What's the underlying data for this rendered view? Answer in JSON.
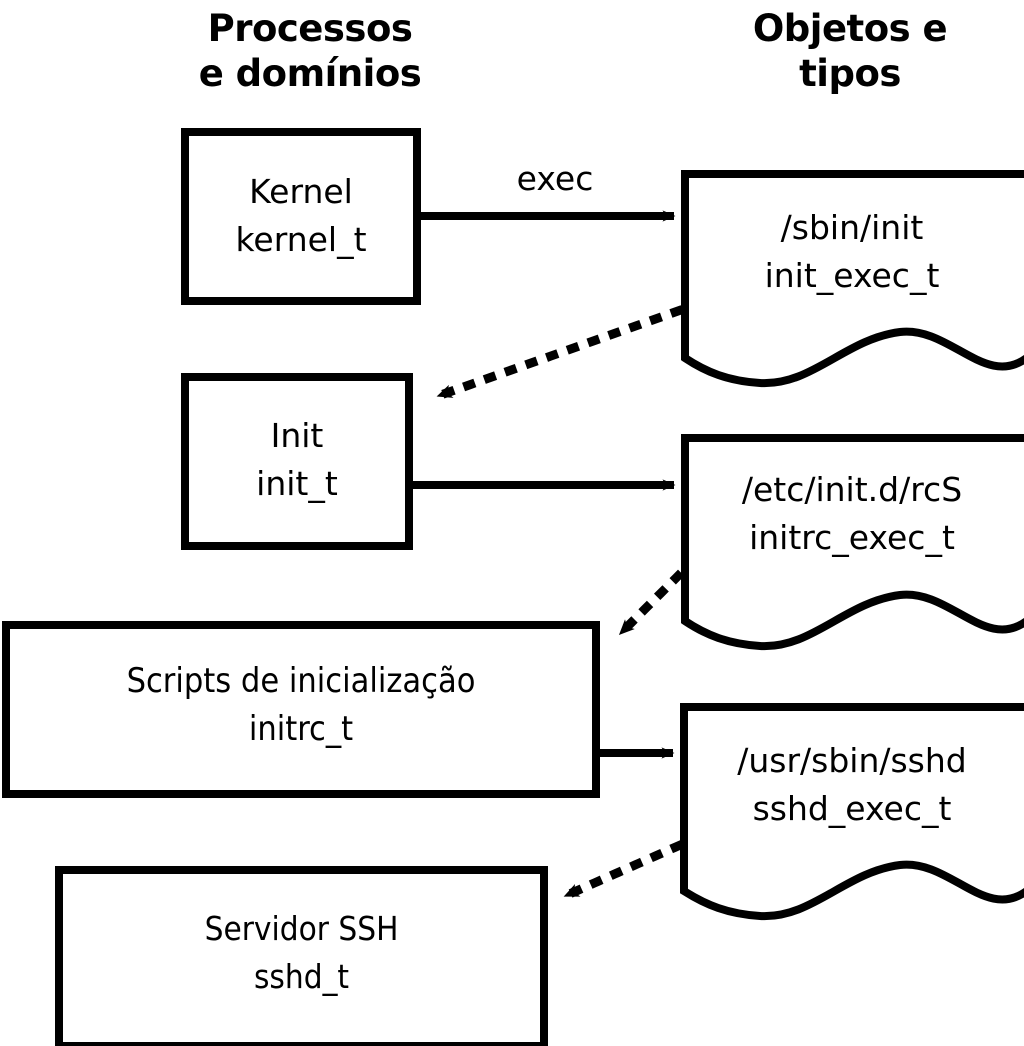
{
  "headers": {
    "processes": "Processos\ne domínios",
    "objects": "Objetos e\ntipos"
  },
  "colors": {
    "stroke": "#000000",
    "fill": "#ffffff",
    "background": "#ffffff"
  },
  "process_nodes": [
    {
      "id": "kernel",
      "label": "Kernel\nkernel_t"
    },
    {
      "id": "init",
      "label": "Init\ninit_t"
    },
    {
      "id": "initrc",
      "label": "Scripts de inicialização\ninitrc_t"
    },
    {
      "id": "sshd",
      "label": "Servidor SSH\nsshd_t"
    }
  ],
  "object_nodes": [
    {
      "id": "init_exec",
      "label": "/sbin/init\ninit_exec_t"
    },
    {
      "id": "initrc_exec",
      "label": "/etc/init.d/rcS\ninitrc_exec_t"
    },
    {
      "id": "sshd_exec",
      "label": "/usr/sbin/sshd\nsshd_exec_t"
    }
  ],
  "edges": [
    {
      "id": "kernel-exec-init_exec",
      "from": "kernel",
      "to": "init_exec",
      "style": "solid",
      "label": "exec"
    },
    {
      "id": "init_exec-transition-init",
      "from": "init_exec",
      "to": "init",
      "style": "dotted",
      "label": ""
    },
    {
      "id": "init-exec-initrc_exec",
      "from": "init",
      "to": "initrc_exec",
      "style": "solid",
      "label": ""
    },
    {
      "id": "initrc_exec-transition-initrc",
      "from": "initrc_exec",
      "to": "initrc",
      "style": "dotted",
      "label": ""
    },
    {
      "id": "initrc-exec-sshd_exec",
      "from": "initrc",
      "to": "sshd_exec",
      "style": "solid",
      "label": ""
    },
    {
      "id": "sshd_exec-transition-sshd",
      "from": "sshd_exec",
      "to": "sshd",
      "style": "dotted",
      "label": ""
    }
  ],
  "edge_labels": {
    "exec": "exec"
  }
}
